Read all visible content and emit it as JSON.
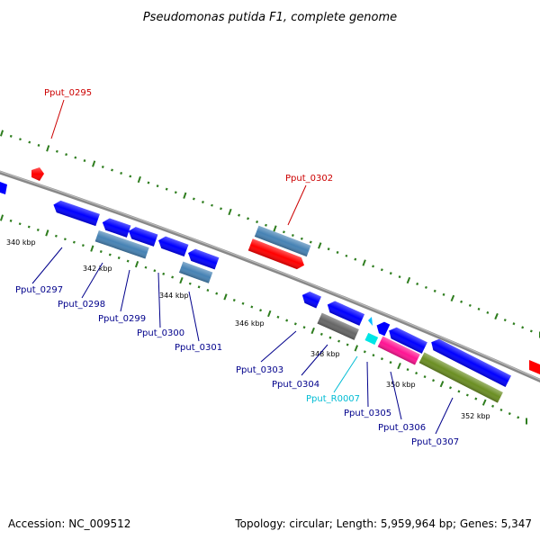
{
  "title": "Pseudomonas putida F1, complete genome",
  "footer": {
    "accession": "Accession: NC_009512",
    "topology": "Topology: circular; Length: 5,959,964 bp; Genes: 5,347"
  },
  "colors": {
    "backbone": "#808080",
    "tick": "#2e7d1e",
    "cds_blue": "#0000ff",
    "cds_steel": "#4682b4",
    "red": "#ff0000",
    "gray": "#666666",
    "magenta": "#ff1493",
    "olive": "#6b8e23",
    "cyan": "#00bfff",
    "label_blue": "#00008b",
    "label_red": "#cc0000",
    "label_cyan": "#00bcd4"
  },
  "kbp_ticks": [
    "340 kbp",
    "342 kbp",
    "344 kbp",
    "346 kbp",
    "348 kbp",
    "350 kbp",
    "352 kbp"
  ],
  "gene_labels": [
    {
      "text": "Pput_0295",
      "color": "red"
    },
    {
      "text": "Pput_0302",
      "color": "red"
    },
    {
      "text": "Pput_0297",
      "color": "blue"
    },
    {
      "text": "Pput_0298",
      "color": "blue"
    },
    {
      "text": "Pput_0299",
      "color": "blue"
    },
    {
      "text": "Pput_0300",
      "color": "blue"
    },
    {
      "text": "Pput_0301",
      "color": "blue"
    },
    {
      "text": "Pput_0303",
      "color": "blue"
    },
    {
      "text": "Pput_0304",
      "color": "blue"
    },
    {
      "text": "Pput_R0007",
      "color": "cyan"
    },
    {
      "text": "Pput_0305",
      "color": "blue"
    },
    {
      "text": "Pput_0306",
      "color": "blue"
    },
    {
      "text": "Pput_0307",
      "color": "blue"
    }
  ]
}
